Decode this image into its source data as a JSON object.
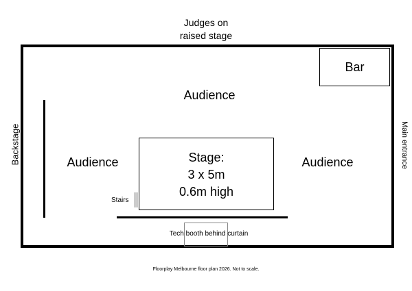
{
  "header": {
    "judges_line1": "Judges on",
    "judges_line2": "raised stage"
  },
  "areas": {
    "bar": "Bar",
    "audience_top": "Audience",
    "audience_left": "Audience",
    "audience_right": "Audience",
    "backstage": "Backstage",
    "main_entrance": "Main entrance"
  },
  "stage": {
    "line1": "Stage:",
    "line2": "3 x 5m",
    "line3": "0.6m high"
  },
  "stairs": "Stairs",
  "tech_booth": "Tech booth behind curtain",
  "caption": "Floorplay Melbourne floor plan 2026. Not to scale.",
  "colors": {
    "lines": "#000000",
    "tech_box_border": "#888888",
    "stairs_lines": "#999999"
  }
}
